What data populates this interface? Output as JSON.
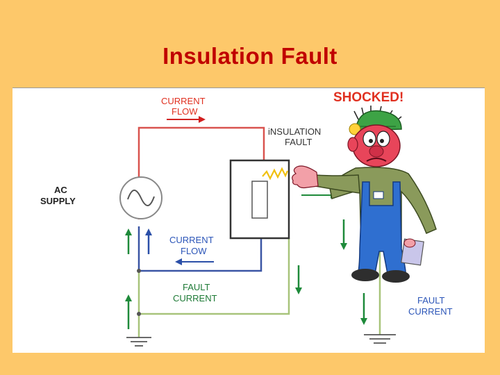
{
  "title": "Insulation Fault",
  "labels": {
    "current_flow_top": [
      "CURRENT",
      "FLOW"
    ],
    "insulation_fault": [
      "iNSULATION",
      "FAULT"
    ],
    "shocked": "SHOCKED!",
    "ac_supply": [
      "AC",
      "SUPPLY"
    ],
    "current_flow_bottom": [
      "CURRENT",
      "FLOW"
    ],
    "fault_current_middle": [
      "FAULT",
      "CURRENT"
    ],
    "fault_current_right": [
      "FAULT",
      "CURRENT"
    ]
  },
  "colors": {
    "background": "#fdc86a",
    "title": "#c00000",
    "live_wire": "#d9534f",
    "neutral_wire": "#3a55a4",
    "earth_wire": "#a8c47a",
    "arrow_red": "#d22020",
    "arrow_green": "#1e8a3a",
    "arrow_blue": "#2b4fa8",
    "label_red": "#e03020",
    "label_blue": "#2b55b8",
    "label_green": "#1e7a36"
  }
}
